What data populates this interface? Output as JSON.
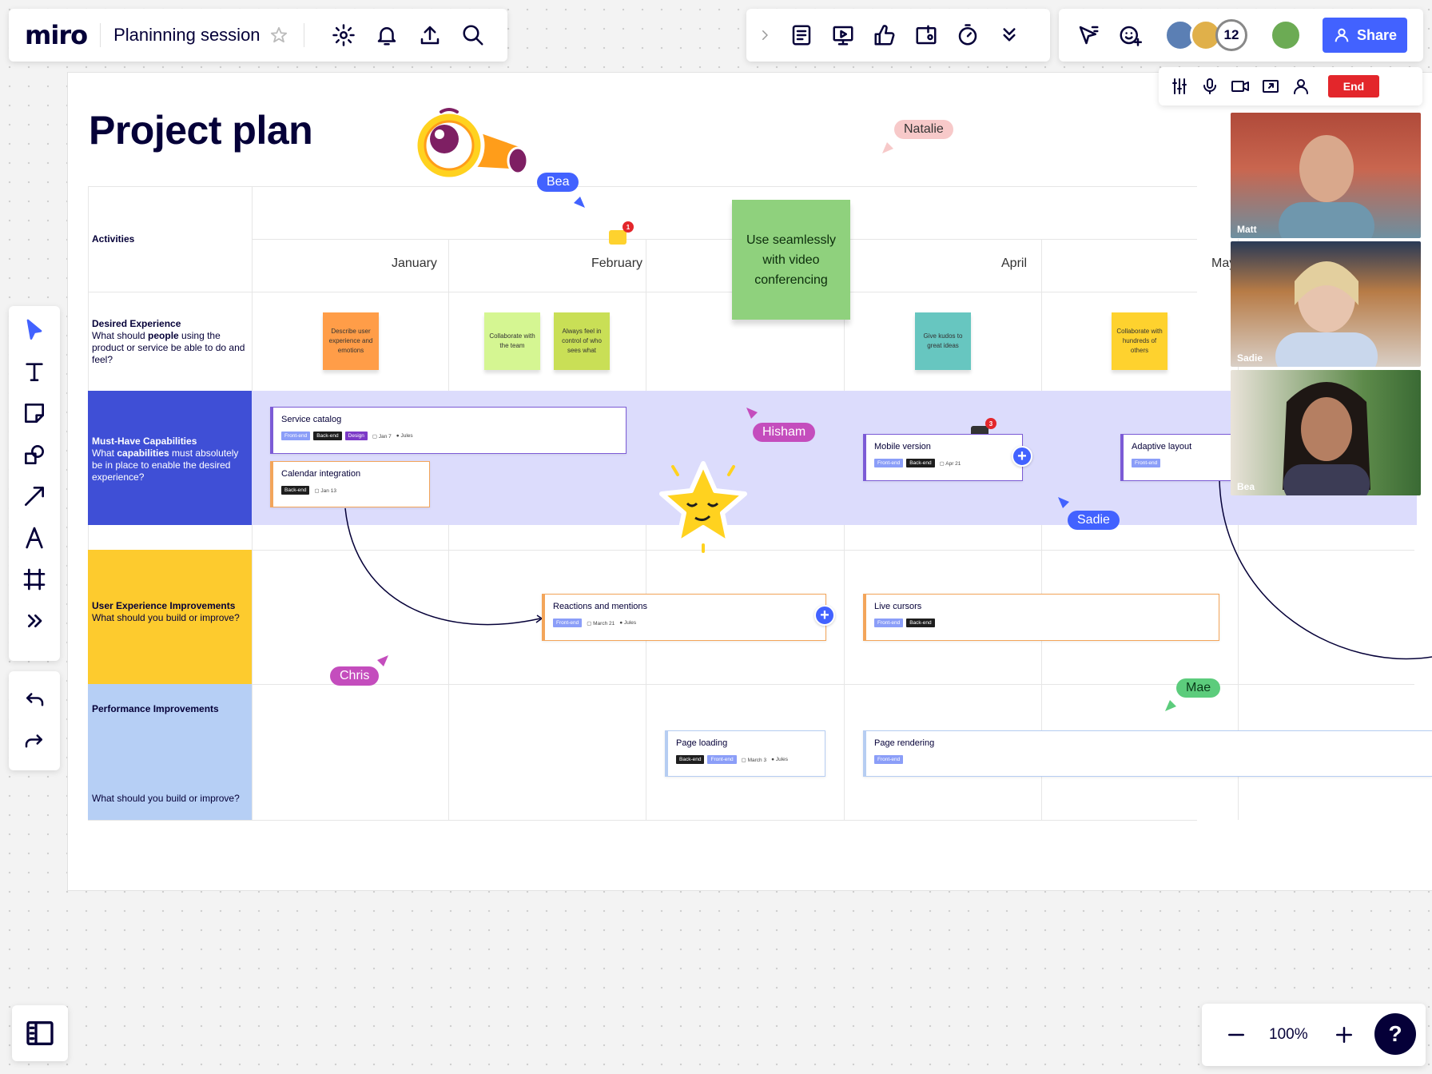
{
  "app": {
    "logo": "miro",
    "board_title": "Planinning session"
  },
  "collaborators": {
    "count": "12"
  },
  "share": {
    "label": "Share"
  },
  "call": {
    "end_label": "End"
  },
  "board": {
    "title": "Project plan",
    "months": [
      "January",
      "February",
      "April",
      "May"
    ],
    "rows": {
      "activities": "Activities",
      "desired": {
        "title": "Desired Experience",
        "text_pre": "What should ",
        "text_bold": "people",
        "text_post": " using the product or service be able to do and feel?"
      },
      "must_have": {
        "title": "Must-Have Capabilities",
        "text_pre": "What ",
        "text_bold": "capabilities",
        "text_post": " must absolutely be in place to enable the desired experience?"
      },
      "ux": {
        "title": "User Experience Improvements",
        "text": "What should you build or improve?"
      },
      "perf": {
        "title": "Performance Improvements",
        "text": "What should you build or improve?"
      }
    },
    "stickies": [
      "Describe user experience and emotions",
      "Collaborate with the team",
      "Always feel in control of who sees what",
      "Give kudos to great ideas",
      "Collaborate with hundreds of others"
    ],
    "big_sticky": "Use seamlessly with video conferencing",
    "cards": {
      "service_catalog": {
        "title": "Service catalog",
        "tags": [
          "Front-end",
          "Back-end",
          "Design"
        ],
        "date": "Jan 7",
        "owner": "Jules"
      },
      "calendar": {
        "title": "Calendar integration",
        "tags": [
          "Back-end"
        ],
        "date": "Jan 13"
      },
      "mobile": {
        "title": "Mobile version",
        "tags": [
          "Front-end",
          "Back-end"
        ],
        "date": "Apr 21"
      },
      "adaptive": {
        "title": "Adaptive layout",
        "tags": [
          "Front-end"
        ]
      },
      "reactions": {
        "title": "Reactions and mentions",
        "tags": [
          "Front-end"
        ],
        "date": "March 21",
        "owner": "Jules"
      },
      "live_cursors": {
        "title": "Live cursors",
        "tags": [
          "Front-end",
          "Back-end"
        ]
      },
      "page_loading": {
        "title": "Page loading",
        "tags": [
          "Back-end",
          "Front-end"
        ],
        "date": "March 3",
        "owner": "Jules"
      },
      "page_rendering": {
        "title": "Page rendering",
        "tags": [
          "Front-end"
        ]
      }
    },
    "comment_badges": [
      "1",
      "3"
    ]
  },
  "cursors": [
    {
      "name": "Natalie",
      "color": "#f7c9c9"
    },
    {
      "name": "Bea",
      "color": "#4262ff"
    },
    {
      "name": "Hisham",
      "color": "#c44dbd"
    },
    {
      "name": "Sadie",
      "color": "#4262ff"
    },
    {
      "name": "Chris",
      "color": "#c44dbd"
    },
    {
      "name": "Mae",
      "color": "#5ccc7c"
    }
  ],
  "video": {
    "participants": [
      "Matt",
      "Sadie",
      "Bea"
    ]
  },
  "zoom": {
    "level": "100%"
  },
  "help": {
    "label": "?"
  }
}
